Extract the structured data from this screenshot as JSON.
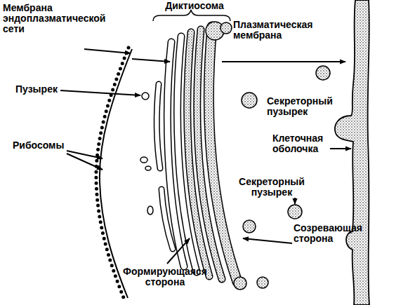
{
  "diagram": {
    "labels": [
      "Диктиосома",
      "Мембрана эндоплазматической сети",
      "Плазматическая мембрана",
      "Пузырек",
      "Секреторный пузырек",
      "Рибосомы",
      "Клеточная оболочка",
      "Секреторный пузырек",
      "Созревающая сторона",
      "Формирующаяся сторона"
    ]
  }
}
